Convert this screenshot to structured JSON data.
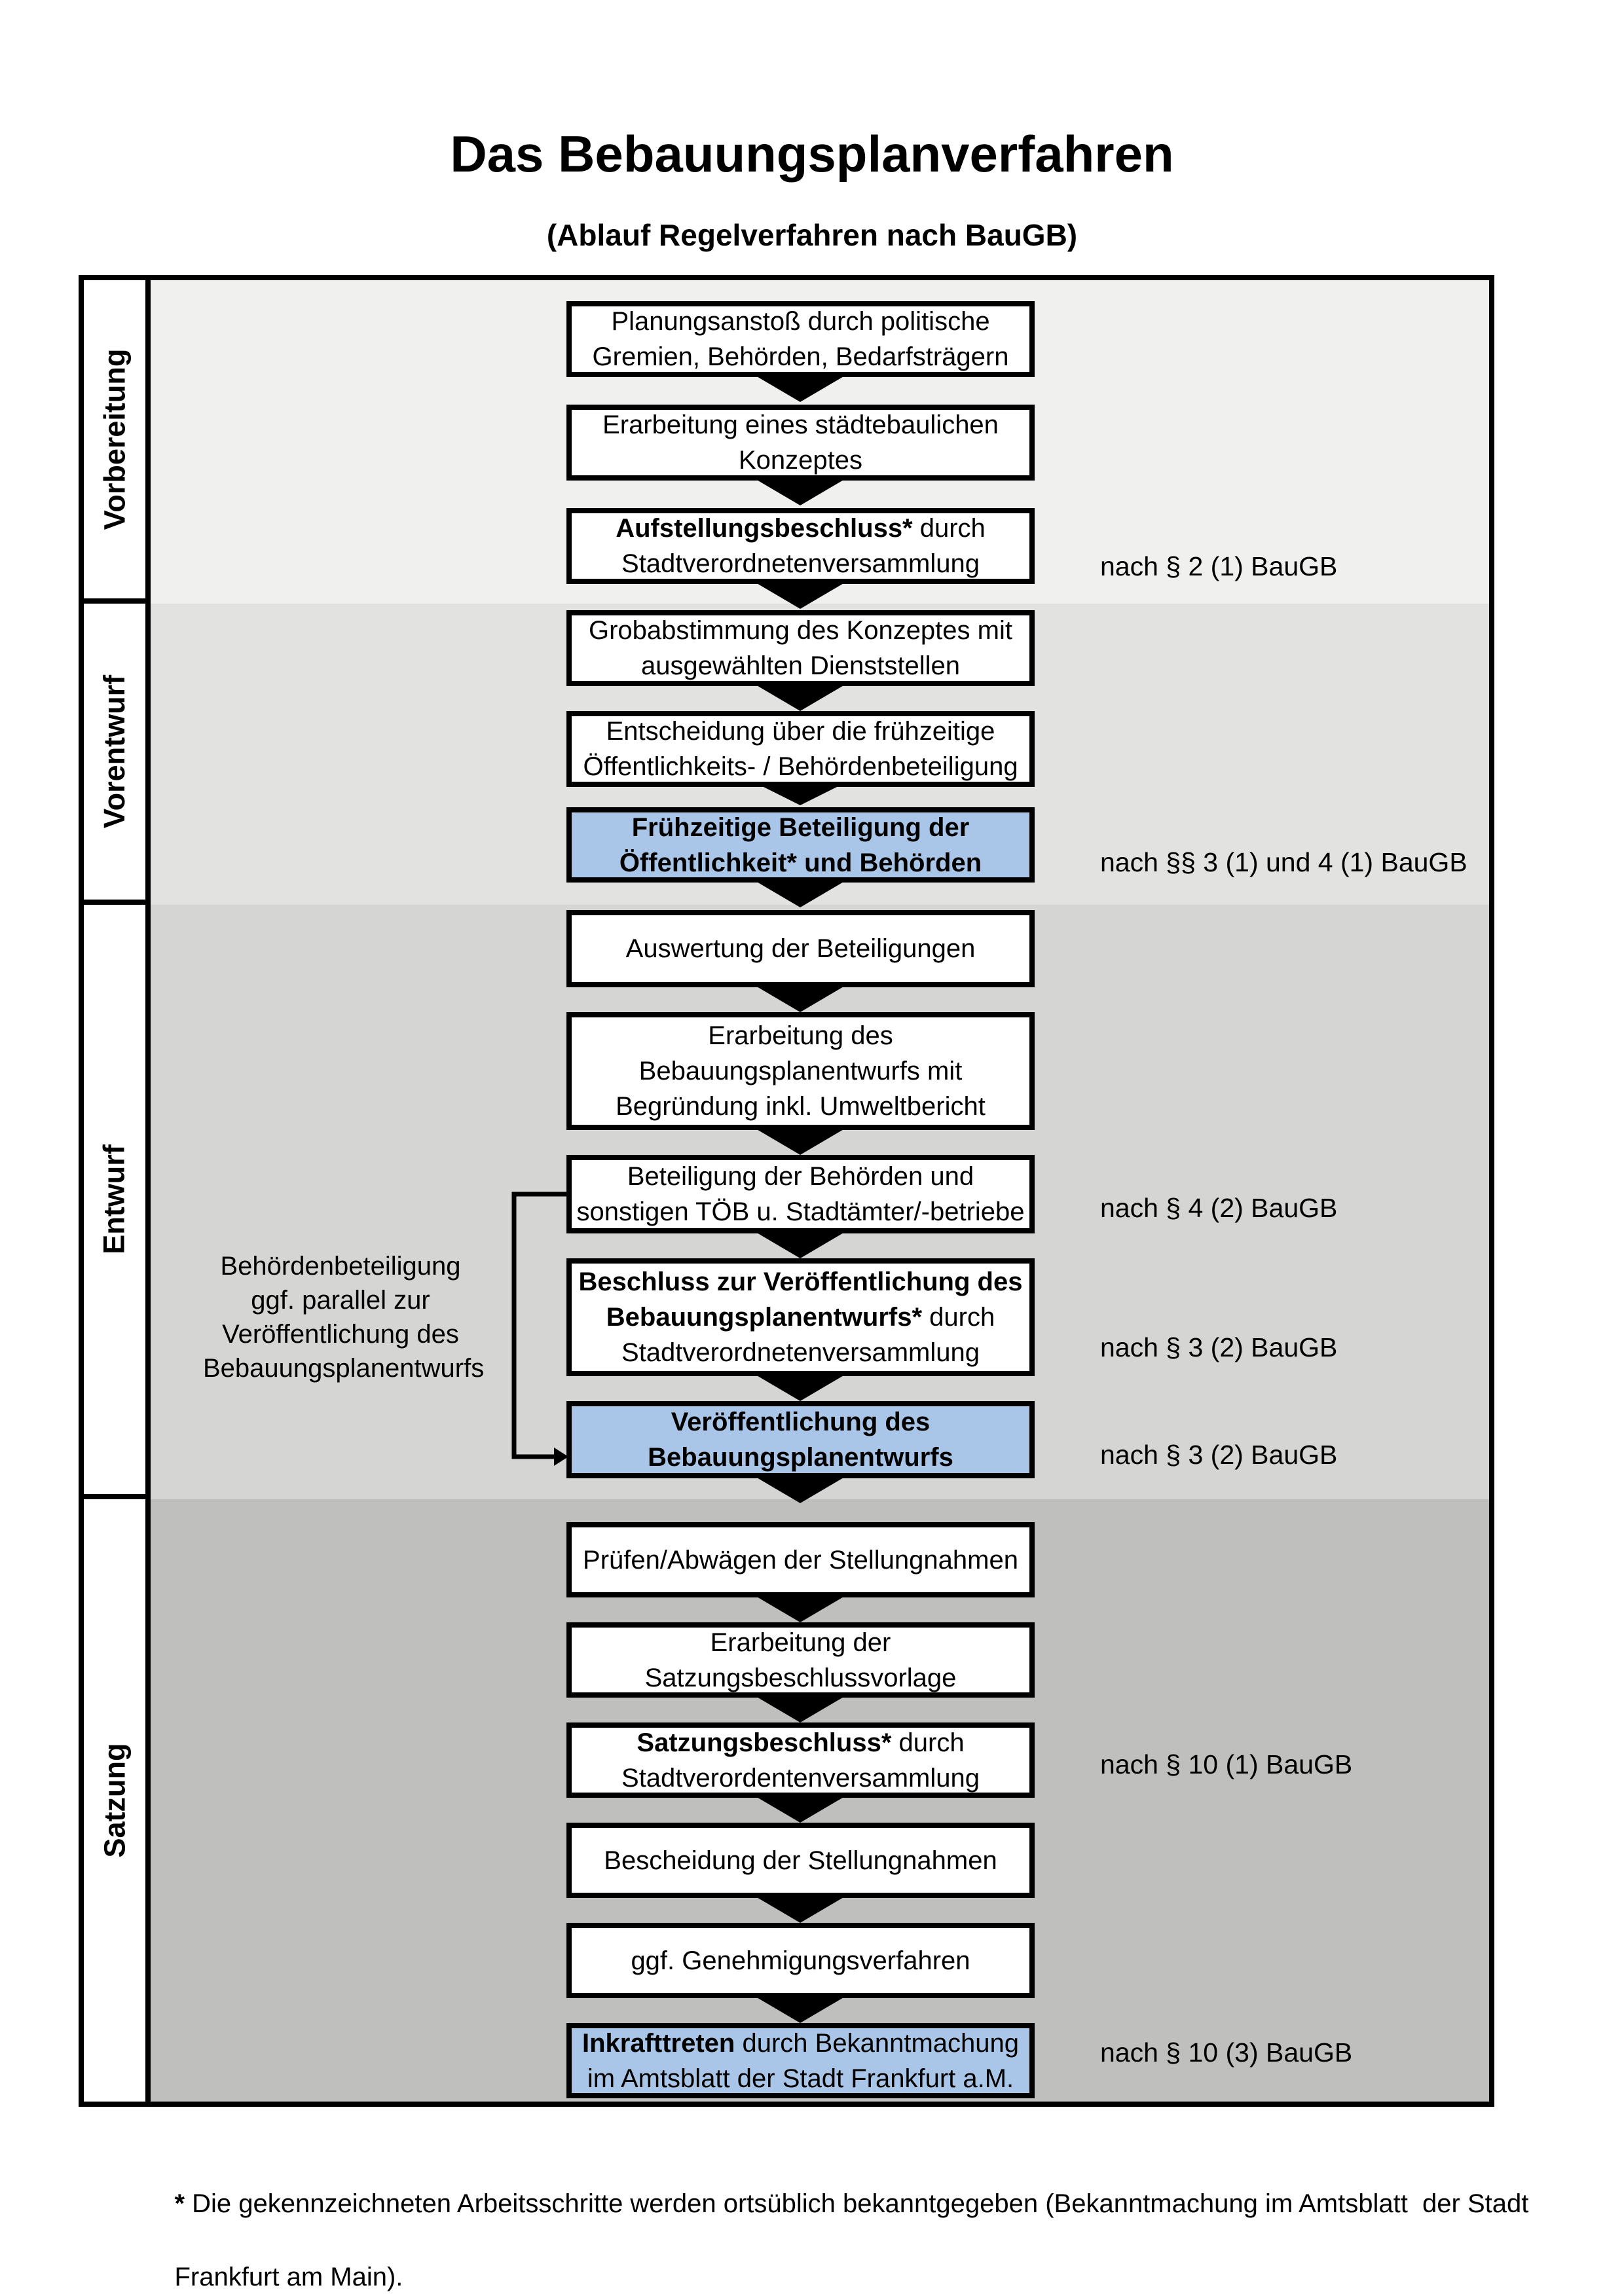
{
  "page": {
    "title": "Das Bebauungsplanverfahren",
    "subtitle": "(Ablauf Regelverfahren nach BauGB)"
  },
  "colors": {
    "highlight_blue": "#a9c6e8",
    "phase_bg_vorbereitung": "#f0f0ef",
    "phase_bg_vorentwurf": "#e2e2e1",
    "phase_bg_entwurf": "#d5d5d4",
    "phase_bg_satzung": "#bfbfbe",
    "box_border": "#000000"
  },
  "phases": [
    {
      "label": "Vorbereitung"
    },
    {
      "label": "Vorentwurf"
    },
    {
      "label": "Entwurf"
    },
    {
      "label": "Satzung"
    }
  ],
  "steps": [
    {
      "highlight": false,
      "lines": [
        [
          {
            "t": "Planungsanstoß durch politische",
            "b": false
          }
        ],
        [
          {
            "t": "Gremien, Behörden, Bedarfsträgern",
            "b": false
          }
        ]
      ]
    },
    {
      "highlight": false,
      "lines": [
        [
          {
            "t": "Erarbeitung eines städtebaulichen",
            "b": false
          }
        ],
        [
          {
            "t": "Konzeptes",
            "b": false
          }
        ]
      ]
    },
    {
      "highlight": false,
      "lines": [
        [
          {
            "t": "Aufstellungsbeschluss*",
            "b": true
          },
          {
            "t": " durch",
            "b": false
          }
        ],
        [
          {
            "t": "Stadtverordnetenversammlung",
            "b": false
          }
        ]
      ]
    },
    {
      "highlight": false,
      "lines": [
        [
          {
            "t": "Grobabstimmung des Konzeptes mit",
            "b": false
          }
        ],
        [
          {
            "t": "ausgewählten Dienststellen",
            "b": false
          }
        ]
      ]
    },
    {
      "highlight": false,
      "lines": [
        [
          {
            "t": "Entscheidung über die frühzeitige",
            "b": false
          }
        ],
        [
          {
            "t": "Öffentlichkeits- / Behördenbeteiligung",
            "b": false
          }
        ]
      ]
    },
    {
      "highlight": true,
      "lines": [
        [
          {
            "t": "Frühzeitige Beteiligung der",
            "b": true
          }
        ],
        [
          {
            "t": "Öffentlichkeit* und Behörden",
            "b": true
          }
        ]
      ]
    },
    {
      "highlight": false,
      "lines": [
        [
          {
            "t": "Auswertung der Beteiligungen",
            "b": false
          }
        ]
      ]
    },
    {
      "highlight": false,
      "lines": [
        [
          {
            "t": "Erarbeitung des",
            "b": false
          }
        ],
        [
          {
            "t": "Bebauungsplanentwurfs mit",
            "b": false
          }
        ],
        [
          {
            "t": "Begründung inkl. Umweltbericht",
            "b": false
          }
        ]
      ]
    },
    {
      "highlight": false,
      "lines": [
        [
          {
            "t": "Beteiligung der Behörden und",
            "b": false
          }
        ],
        [
          {
            "t": "sonstigen TÖB u. Stadtämter/-betriebe",
            "b": false
          }
        ]
      ]
    },
    {
      "highlight": false,
      "lines": [
        [
          {
            "t": "Beschluss zur Veröffentlichung des",
            "b": true
          }
        ],
        [
          {
            "t": "Bebauungsplanentwurfs*",
            "b": true
          },
          {
            "t": " durch",
            "b": false
          }
        ],
        [
          {
            "t": "Stadtverordnetenversammlung",
            "b": false
          }
        ]
      ]
    },
    {
      "highlight": true,
      "lines": [
        [
          {
            "t": "Veröffentlichung des",
            "b": true
          }
        ],
        [
          {
            "t": "Bebauungsplanentwurfs",
            "b": true
          }
        ]
      ]
    },
    {
      "highlight": false,
      "lines": [
        [
          {
            "t": "Prüfen/Abwägen der Stellungnahmen",
            "b": false
          }
        ]
      ]
    },
    {
      "highlight": false,
      "lines": [
        [
          {
            "t": "Erarbeitung der",
            "b": false
          }
        ],
        [
          {
            "t": "Satzungsbeschlussvorlage",
            "b": false
          }
        ]
      ]
    },
    {
      "highlight": false,
      "lines": [
        [
          {
            "t": "Satzungsbeschluss*",
            "b": true
          },
          {
            "t": " durch",
            "b": false
          }
        ],
        [
          {
            "t": "Stadtverordentenversammlung",
            "b": false
          }
        ]
      ]
    },
    {
      "highlight": false,
      "lines": [
        [
          {
            "t": "Bescheidung der Stellungnahmen",
            "b": false
          }
        ]
      ]
    },
    {
      "highlight": false,
      "lines": [
        [
          {
            "t": "ggf. Genehmigungsverfahren",
            "b": false
          }
        ]
      ]
    },
    {
      "highlight": true,
      "lines": [
        [
          {
            "t": "Inkrafttreten",
            "b": true
          },
          {
            "t": " durch Bekanntmachung",
            "b": false
          }
        ],
        [
          {
            "t": "im Amtsblatt der Stadt Frankfurt a.M.",
            "b": false
          }
        ]
      ]
    }
  ],
  "references": [
    {
      "text": "nach § 2 (1) BauGB"
    },
    {
      "text": "nach §§ 3 (1) und 4 (1) BauGB"
    },
    {
      "text": "nach § 4 (2) BauGB"
    },
    {
      "text": "nach § 3 (2) BauGB"
    },
    {
      "text": "nach § 3 (2) BauGB"
    },
    {
      "text": "nach § 10 (1) BauGB"
    },
    {
      "text": "nach § 10 (3) BauGB"
    }
  ],
  "side_note": {
    "lines": [
      "Behördenbeteiligung",
      "ggf. parallel zur",
      "Veröffentlichung des",
      "Bebauungsplanentwurfs"
    ]
  },
  "footnote": {
    "marker": "*",
    "line1": " Die gekennzeichneten Arbeitsschritte werden ortsüblich bekanntgegeben (Bekanntmachung im Amtsblatt  der Stadt",
    "line2": "Frankfurt am Main)."
  }
}
